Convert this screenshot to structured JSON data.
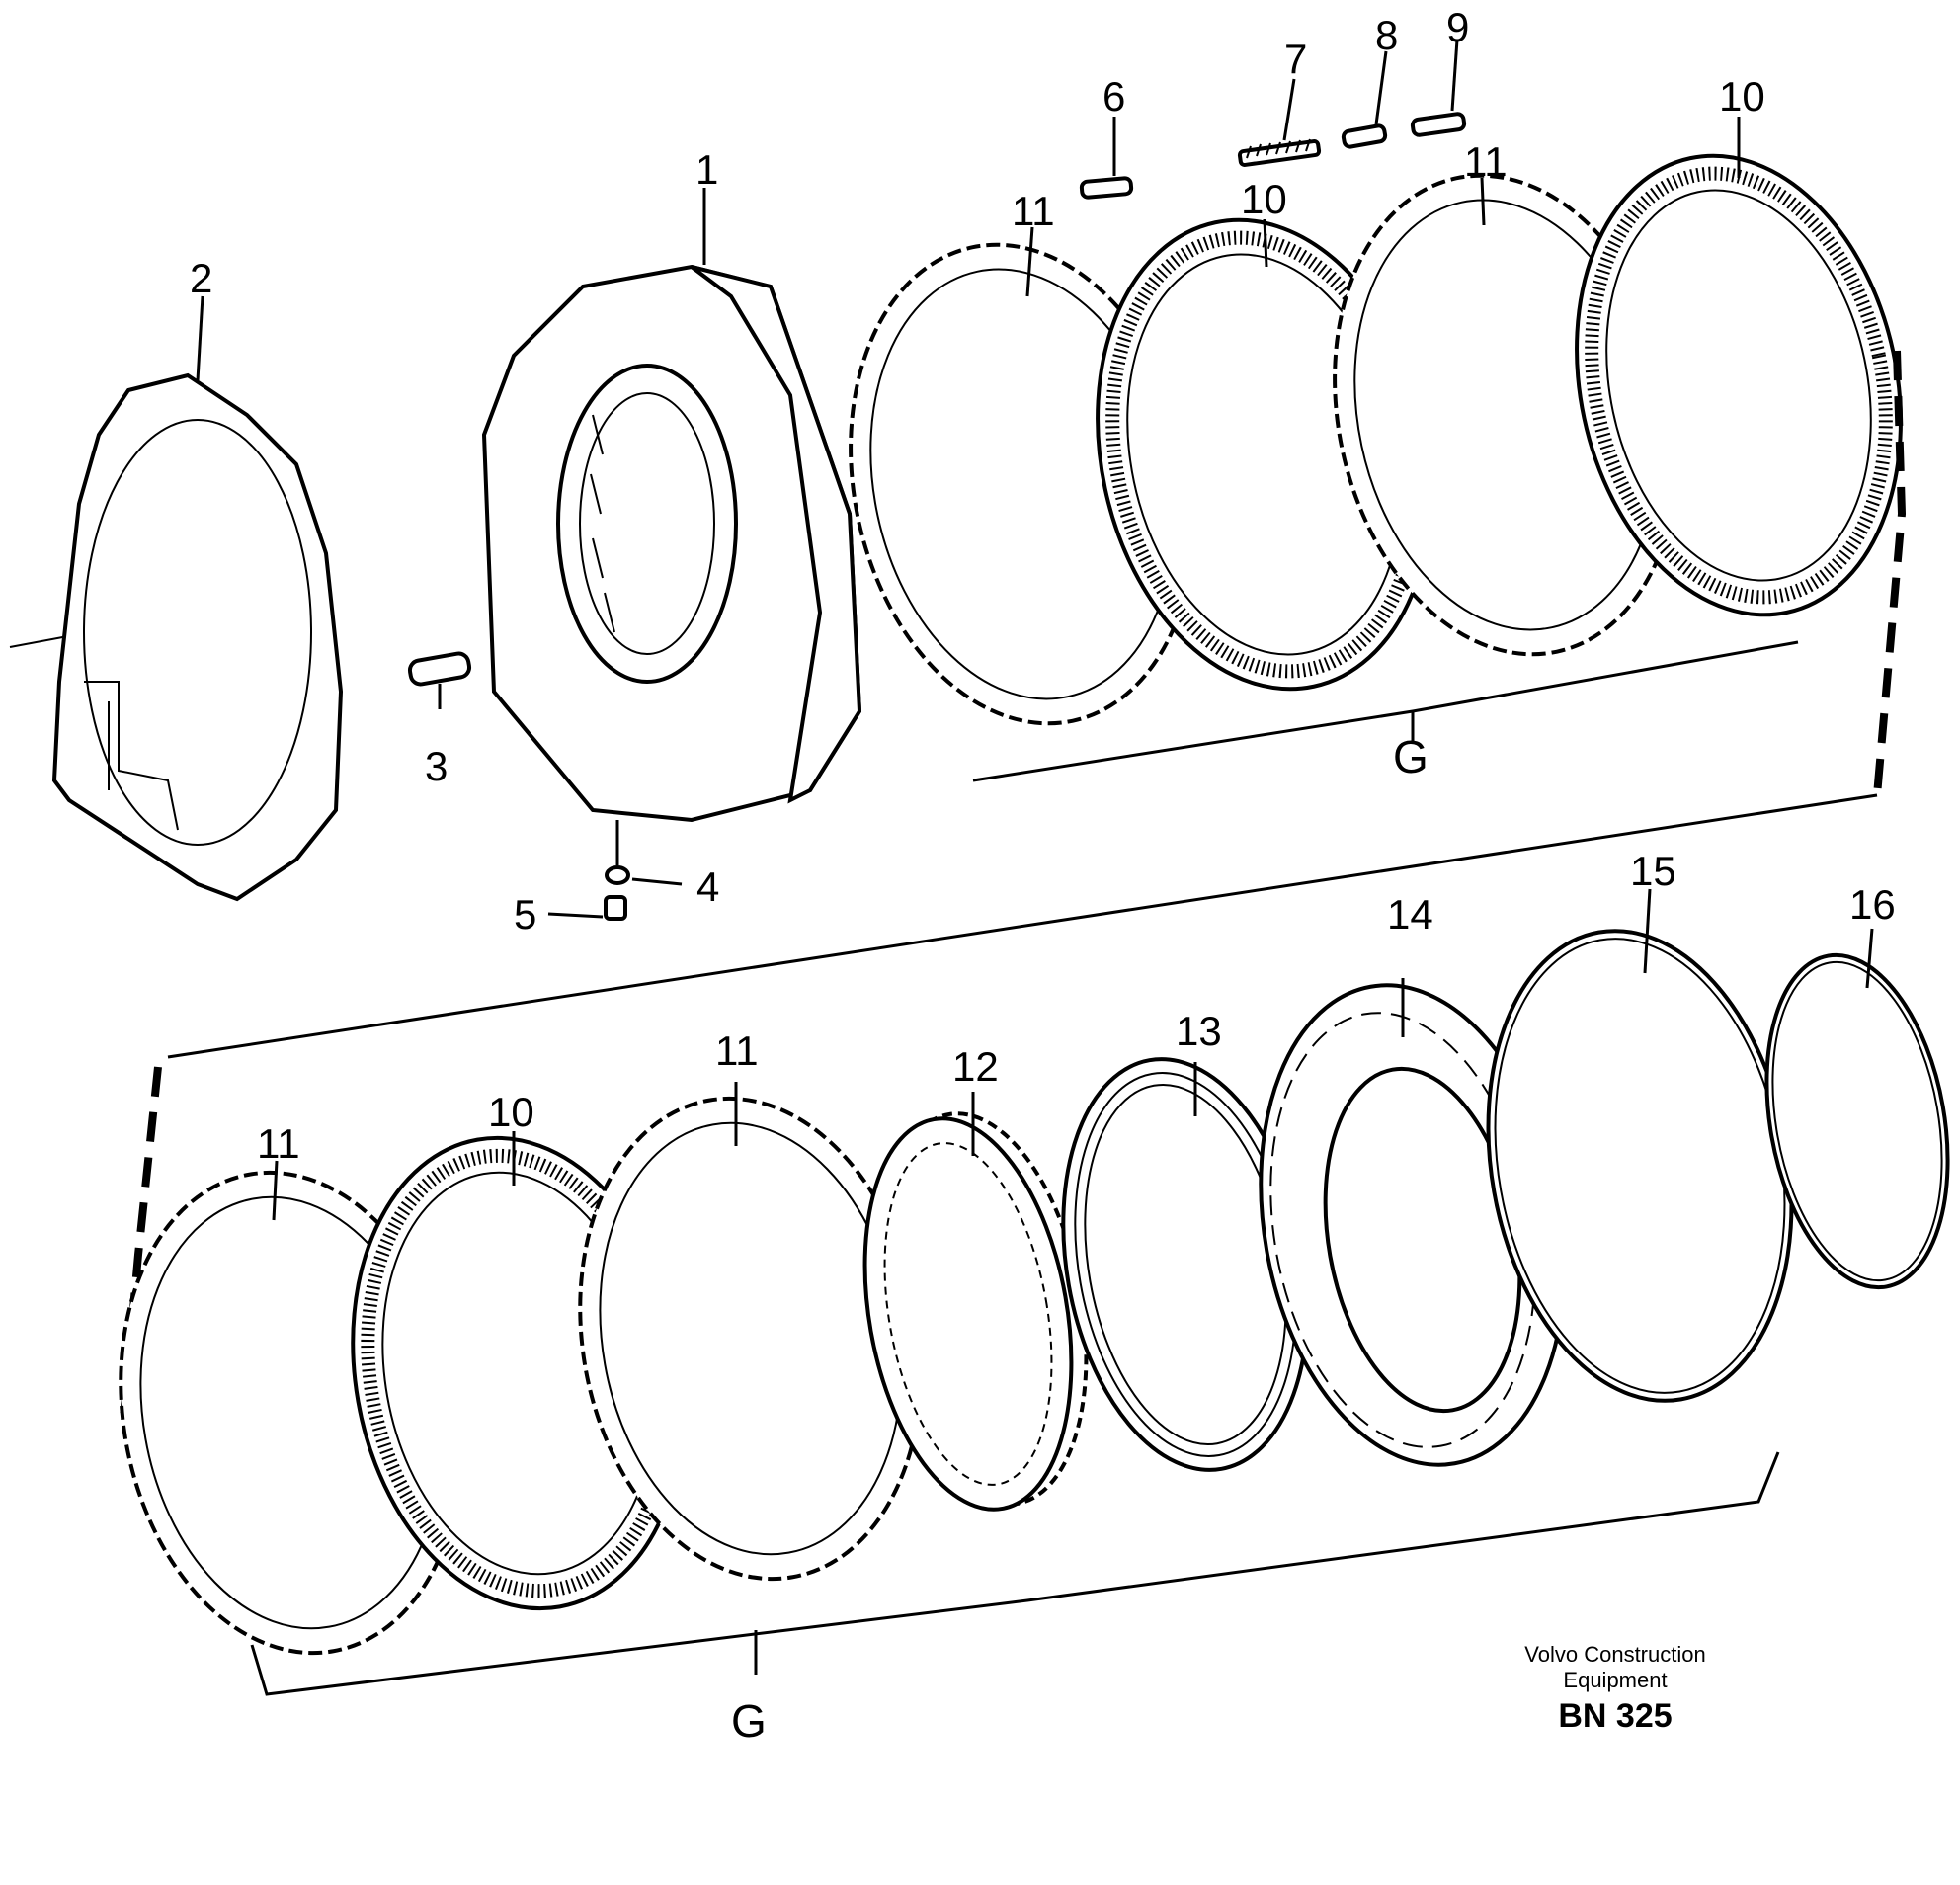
{
  "labels": {
    "p1": "1",
    "p2": "2",
    "p3": "3",
    "p4": "4",
    "p5": "5",
    "p6": "6",
    "p7": "7",
    "p8": "8",
    "p9": "9",
    "p10a": "10",
    "p10b": "10",
    "p10c": "10",
    "p11a": "11",
    "p11b": "11",
    "p11c": "11",
    "p11d": "11",
    "p12": "12",
    "p13": "13",
    "p14": "14",
    "p15": "15",
    "p16": "16",
    "groupTop": "G",
    "groupBottom": "G"
  },
  "caption": {
    "line1": "Volvo Construction",
    "line2": "Equipment",
    "code": "BN 325"
  }
}
